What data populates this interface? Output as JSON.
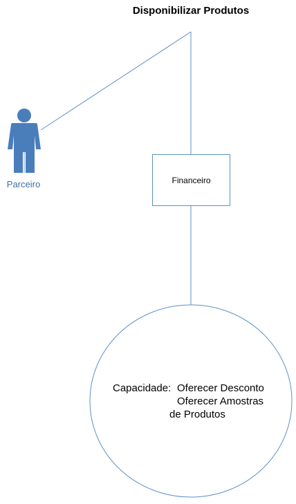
{
  "diagram": {
    "title": "Disponibilizar Produtos",
    "actor": {
      "label": "Parceiro",
      "icon": "person-icon",
      "color": "#4a7ebb"
    },
    "box": {
      "label": "Financeiro"
    },
    "capacity": {
      "label": "Capacidade:",
      "items": [
        "Oferecer Desconto",
        "Oferecer Amostras",
        "de Produtos"
      ]
    },
    "colors": {
      "line": "#5b8fc9",
      "actor": "#4a7ebb",
      "actor_label": "#3f6fa3"
    }
  }
}
